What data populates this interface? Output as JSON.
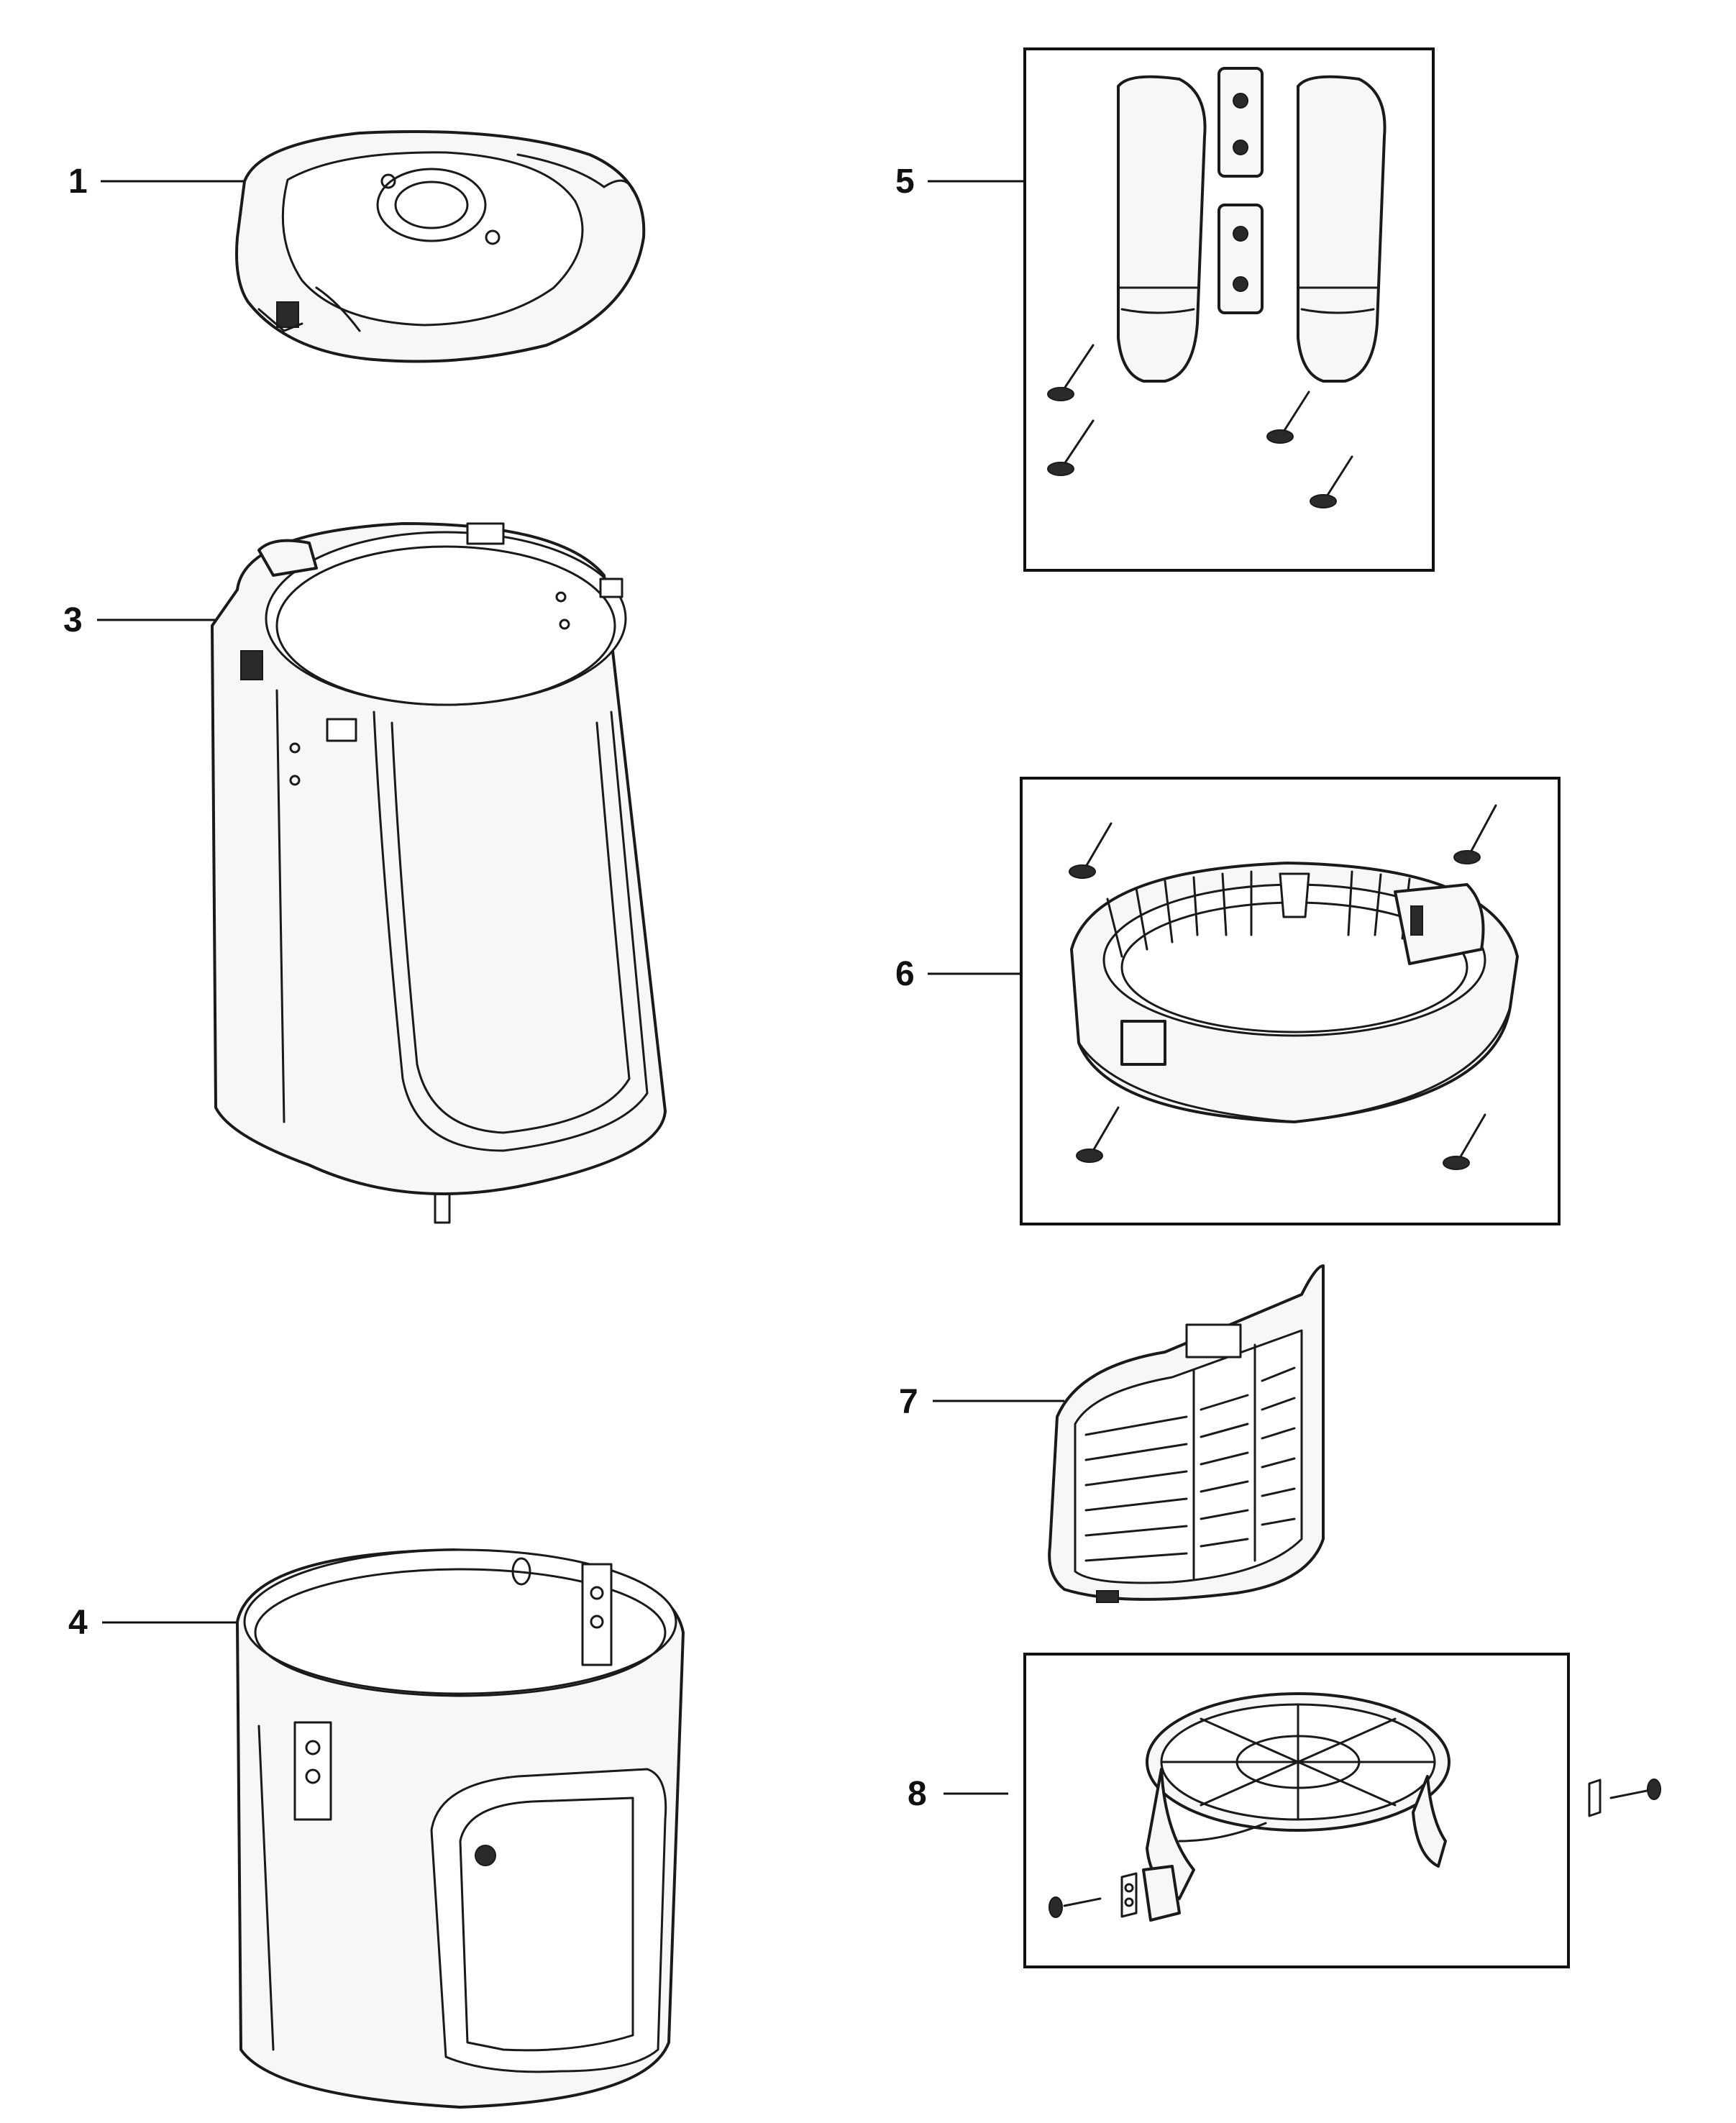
{
  "callouts": [
    {
      "id": "1",
      "label": "1"
    },
    {
      "id": "3",
      "label": "3"
    },
    {
      "id": "4",
      "label": "4"
    },
    {
      "id": "5",
      "label": "5"
    },
    {
      "id": "6",
      "label": "6"
    },
    {
      "id": "7",
      "label": "7"
    },
    {
      "id": "8",
      "label": "8"
    }
  ],
  "parts": [
    {
      "callout": "1",
      "icon": "lid-cover-icon"
    },
    {
      "callout": "3",
      "icon": "upper-housing-icon"
    },
    {
      "callout": "4",
      "icon": "lower-housing-icon"
    },
    {
      "callout": "5",
      "icon": "bracket-kit-icon"
    },
    {
      "callout": "6",
      "icon": "base-ring-kit-icon"
    },
    {
      "callout": "7",
      "icon": "grille-icon"
    },
    {
      "callout": "8",
      "icon": "stand-kit-icon"
    }
  ],
  "colors": {
    "ink": "#111111",
    "fill": "#f7f7f7"
  }
}
